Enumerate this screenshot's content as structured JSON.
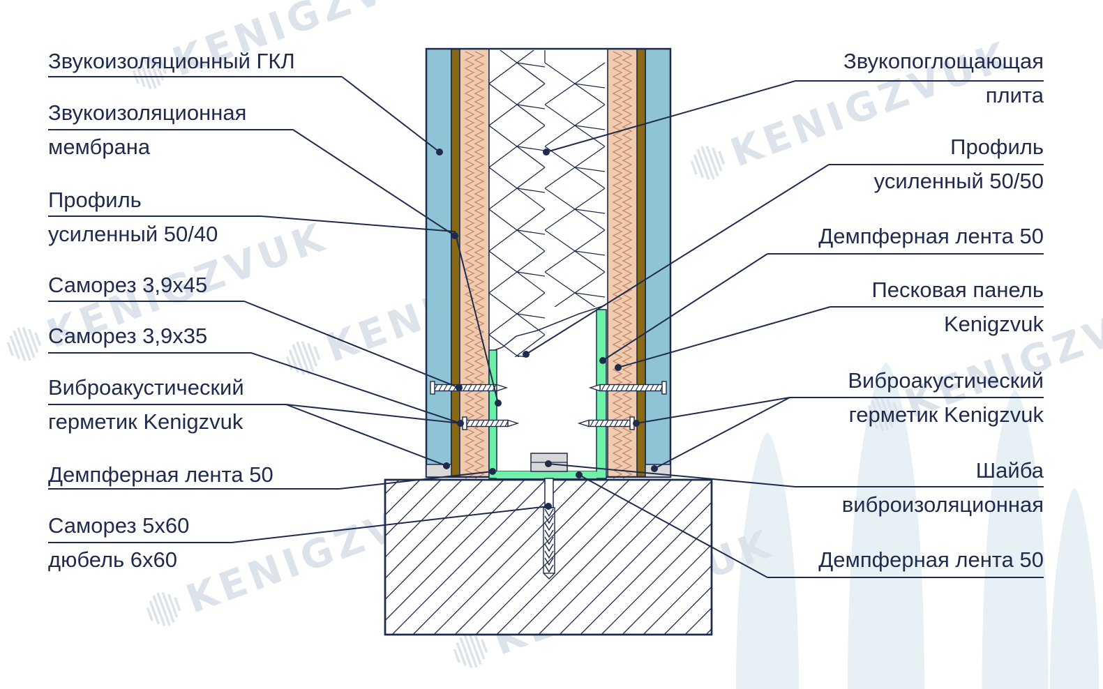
{
  "colors": {
    "ink": "#1f2b4d",
    "gypsum_board": "#8fc3d6",
    "membrane": "#8a6914",
    "sand_panel": "#efcbb0",
    "sand_panel_pattern": "#c98a6a",
    "profile": "#6ef0a8",
    "watermark": "#dde3ea",
    "fin": "#e6f0f5"
  },
  "icons": {
    "watermark": "sound-wave-logo-icon"
  },
  "watermark": {
    "text": "KENIGZVUK"
  },
  "labels_left": [
    {
      "id": "gkl",
      "lines": [
        "Звукоизоляционный ГКЛ"
      ]
    },
    {
      "id": "membrane",
      "lines": [
        "Звукоизоляционная",
        "мембрана"
      ]
    },
    {
      "id": "profile-5040",
      "lines": [
        "Профиль",
        "усиленный 50/40"
      ]
    },
    {
      "id": "screw-3945",
      "lines": [
        "Саморез 3,9х45"
      ]
    },
    {
      "id": "screw-3935",
      "lines": [
        "Саморез 3,9х35"
      ]
    },
    {
      "id": "sealant-left",
      "lines": [
        "Виброакустический",
        "герметик Kenigzvuk"
      ]
    },
    {
      "id": "damper-left",
      "lines": [
        "Демпферная лента 50"
      ]
    },
    {
      "id": "screw-dowel",
      "lines": [
        "Саморез 5х60",
        "дюбель 6х60"
      ]
    }
  ],
  "labels_right": [
    {
      "id": "absorber",
      "lines": [
        "Звукопоглощающая",
        "плита"
      ]
    },
    {
      "id": "profile-5050",
      "lines": [
        "Профиль",
        "усиленный 50/50"
      ]
    },
    {
      "id": "damper-right-top",
      "lines": [
        "Демпферная лента 50"
      ]
    },
    {
      "id": "sand-panel",
      "lines": [
        "Песковая панель",
        "Kenigzvuk"
      ]
    },
    {
      "id": "sealant-right",
      "lines": [
        "Виброакустический",
        "герметик Kenigzvuk"
      ]
    },
    {
      "id": "washer",
      "lines": [
        "Шайба",
        "виброизоляционная"
      ]
    },
    {
      "id": "damper-right-bottom",
      "lines": [
        "Демпферная лента 50"
      ]
    }
  ]
}
